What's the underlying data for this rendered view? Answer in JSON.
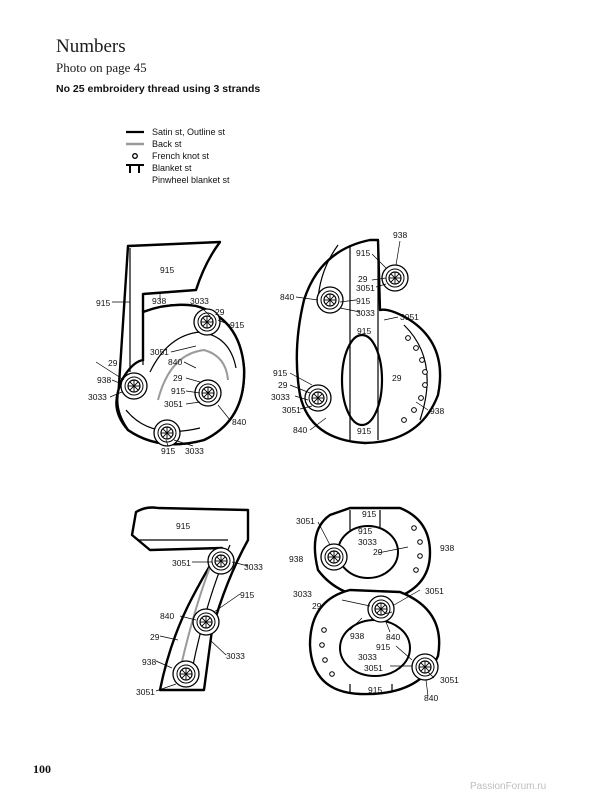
{
  "header": {
    "title": "Numbers",
    "subtitle": "Photo on page 45",
    "thread_note": "No 25 embroidery thread using 3 strands"
  },
  "legend": [
    {
      "icon": "satin-line-icon",
      "label": "Satin st, Outline st"
    },
    {
      "icon": "back-stitch-icon",
      "label": "Back st"
    },
    {
      "icon": "french-knot-icon",
      "label": "French knot st"
    },
    {
      "icon": "blanket-stitch-icon",
      "label": "Blanket st"
    },
    {
      "icon": "",
      "label": "Pinwheel blanket st"
    }
  ],
  "labels": {
    "five": [
      "915",
      "915",
      "938",
      "3033",
      "29",
      "915",
      "3051",
      "840",
      "29",
      "938",
      "29",
      "915",
      "3033",
      "3051",
      "840",
      "915",
      "3033"
    ],
    "six": [
      "938",
      "915",
      "29",
      "3051",
      "840",
      "915",
      "3033",
      "3051",
      "915",
      "29",
      "915",
      "29",
      "3033",
      "3051",
      "938",
      "840",
      "915"
    ],
    "seven": [
      "915",
      "3051",
      "3033",
      "915",
      "840",
      "29",
      "3033",
      "938",
      "3051"
    ],
    "eight": [
      "3051",
      "915",
      "915",
      "3033",
      "938",
      "29",
      "938",
      "3033",
      "29",
      "3051",
      "938",
      "840",
      "915",
      "3033",
      "3051",
      "3051",
      "915",
      "840"
    ]
  },
  "footer": {
    "page_number": "100",
    "watermark": "PassionForum.ru"
  }
}
